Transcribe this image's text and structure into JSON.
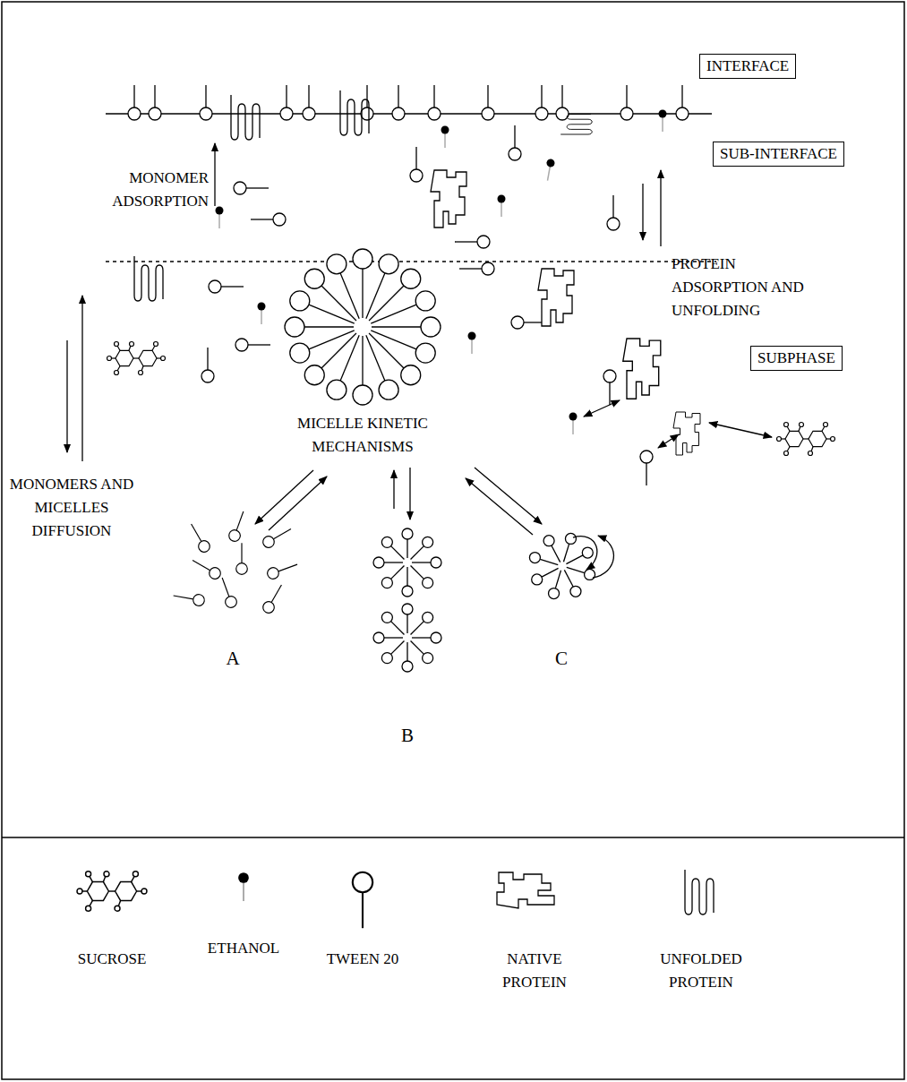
{
  "diagram": {
    "nodes": [
      {
        "text": [
          "INTERFACE"
        ]
      },
      {
        "text": [
          "SUB-INTERFACE"
        ]
      },
      {
        "text": [
          "SUBPHASE"
        ]
      }
    ],
    "labels": [
      "MONOMER ADSORPTION",
      "PROTEIN ADSORPTION AND UNFOLDING",
      "MONOMERS AND MICELLES DIFFUSION",
      "MICELLE KINETIC MECHANISMS",
      "A",
      "B",
      "C"
    ],
    "legend": [
      {
        "text": "SUCROSE"
      },
      {
        "text": "ETHANOL"
      },
      {
        "text": "TWEEN 20"
      },
      {
        "text": "NATIVE PROTEIN"
      },
      {
        "text": "UNFOLDED PROTEIN"
      }
    ]
  }
}
